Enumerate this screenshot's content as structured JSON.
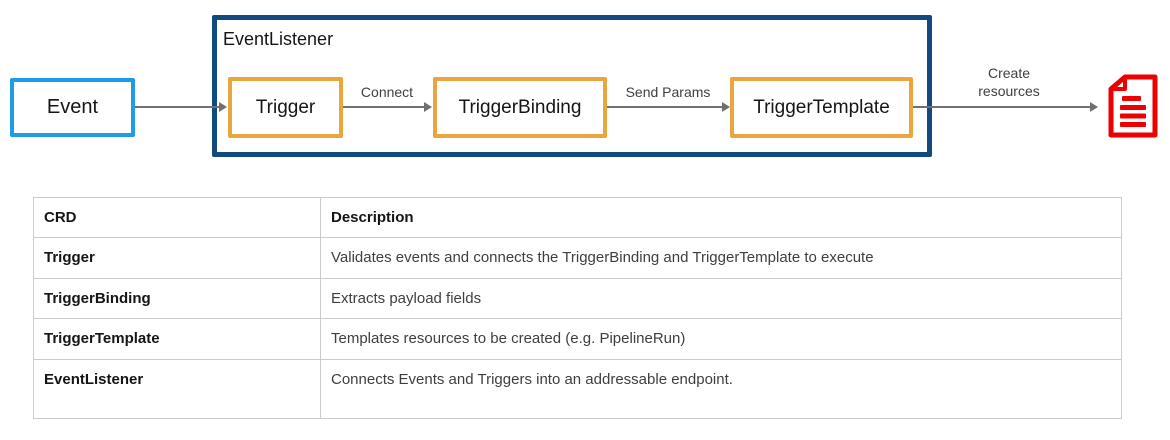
{
  "colors": {
    "event_border": "#1E9BE9",
    "listener_border": "#114A7E",
    "node_border": "#E9A63F",
    "arrow": "#707070",
    "label_text": "#151515",
    "arrow_label_text": "#3C3F42",
    "doc_icon": "#EE0000",
    "table_border": "#CBCBCB",
    "description_text": "#3C3F42"
  },
  "diagram": {
    "event_label": "Event",
    "event_listener_label": "EventListener",
    "nodes": [
      {
        "label": "Trigger"
      },
      {
        "label": "TriggerBinding"
      },
      {
        "label": "TriggerTemplate"
      }
    ],
    "arrow_labels": [
      {
        "text": "Connect"
      },
      {
        "text": "Send Params"
      },
      {
        "text": "Create resources"
      }
    ]
  },
  "table": {
    "columns": [
      "CRD",
      "Description"
    ],
    "rows": [
      {
        "crd": "Trigger",
        "description": "Validates events and connects the TriggerBinding and TriggerTemplate to execute"
      },
      {
        "crd": "TriggerBinding",
        "description": "Extracts payload fields"
      },
      {
        "crd": "TriggerTemplate",
        "description": "Templates resources to be created (e.g. PipelineRun)"
      },
      {
        "crd": "EventListener",
        "description": "Connects Events and Triggers into an addressable endpoint."
      }
    ]
  }
}
